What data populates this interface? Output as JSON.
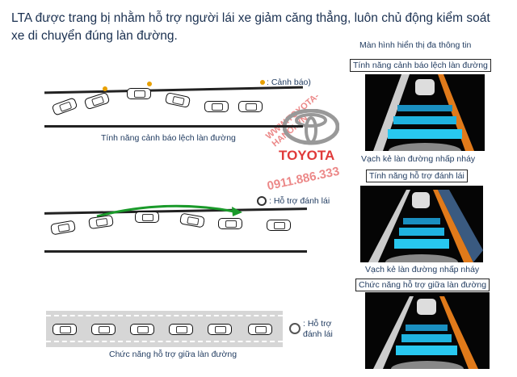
{
  "title": "LTA được trang bị nhằm hỗ trợ người lái xe giảm căng thẳng, luôn chủ động kiểm soát xe di chuyển đúng làn đường.",
  "display_heading": "Màn hình hiển thị đa thông tin",
  "panels": [
    {
      "label": "Tính năng cảnh báo lệch làn đường",
      "caption": "Vạch kẻ làn đường nhấp nháy"
    },
    {
      "label": "Tính năng hỗ trợ đánh lái",
      "caption": "Vạch kẻ làn đường nhấp nháy"
    },
    {
      "label": "Chức năng hỗ trợ giữa làn đường"
    }
  ],
  "diagrams": [
    {
      "legend": ": Cảnh báo)",
      "caption": "Tính năng cảnh báo lệch làn đường",
      "legend_icon": "warning-lamp-icon"
    },
    {
      "legend": ": Hỗ trợ đánh lái",
      "legend_icon": "steering-wheel-icon",
      "arrow_color": "#1a9a2a"
    },
    {
      "legend": ": Hỗ trợ đánh lái",
      "caption": "Chức năng hỗ trợ giữa làn đường",
      "legend_icon": "steering-wheel-icon"
    }
  ],
  "watermark": {
    "url": "WWW.TOYOTA-HANOI.VN",
    "brand": "TOYOTA",
    "phone": "0911.886.333",
    "color": "#e03a3a"
  },
  "colors": {
    "lane_blue": "#1fb3e0",
    "lane_orange": "#e07a1a",
    "text": "#1f3a5f"
  }
}
